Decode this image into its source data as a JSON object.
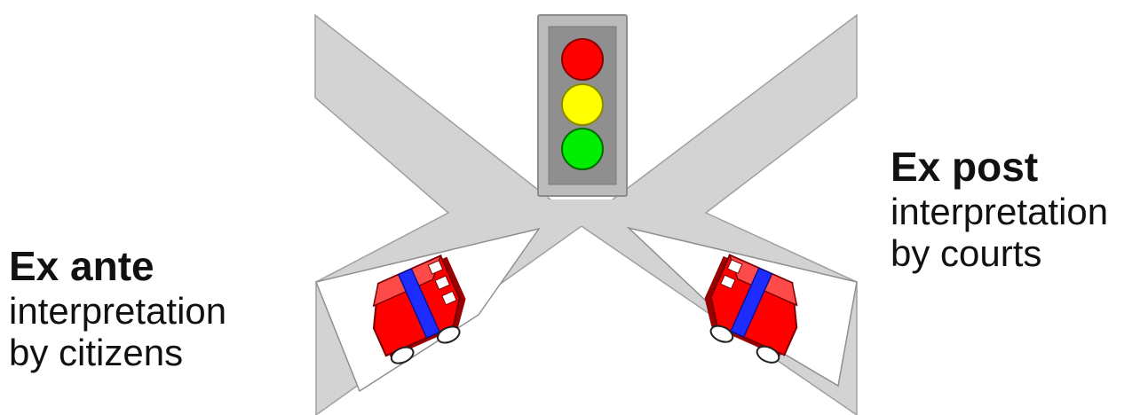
{
  "left_label": {
    "title": "Ex ante",
    "line1": "interpretation",
    "line2": "by citizens"
  },
  "right_label": {
    "title": "Ex post",
    "line1": "interpretation",
    "line2": "by courts"
  },
  "colors": {
    "road": "#d3d3d3",
    "road_edge": "#9a9a9a",
    "signal_body": "#bdbdbd",
    "signal_face": "#8f8f8f",
    "red_light": "#ff0000",
    "yellow_light": "#ffff00",
    "green_light": "#00ee00",
    "car_body": "#ff0000",
    "car_stripe": "#1f2cff",
    "car_window": "#ffffff",
    "wheel": "#ffffff"
  }
}
